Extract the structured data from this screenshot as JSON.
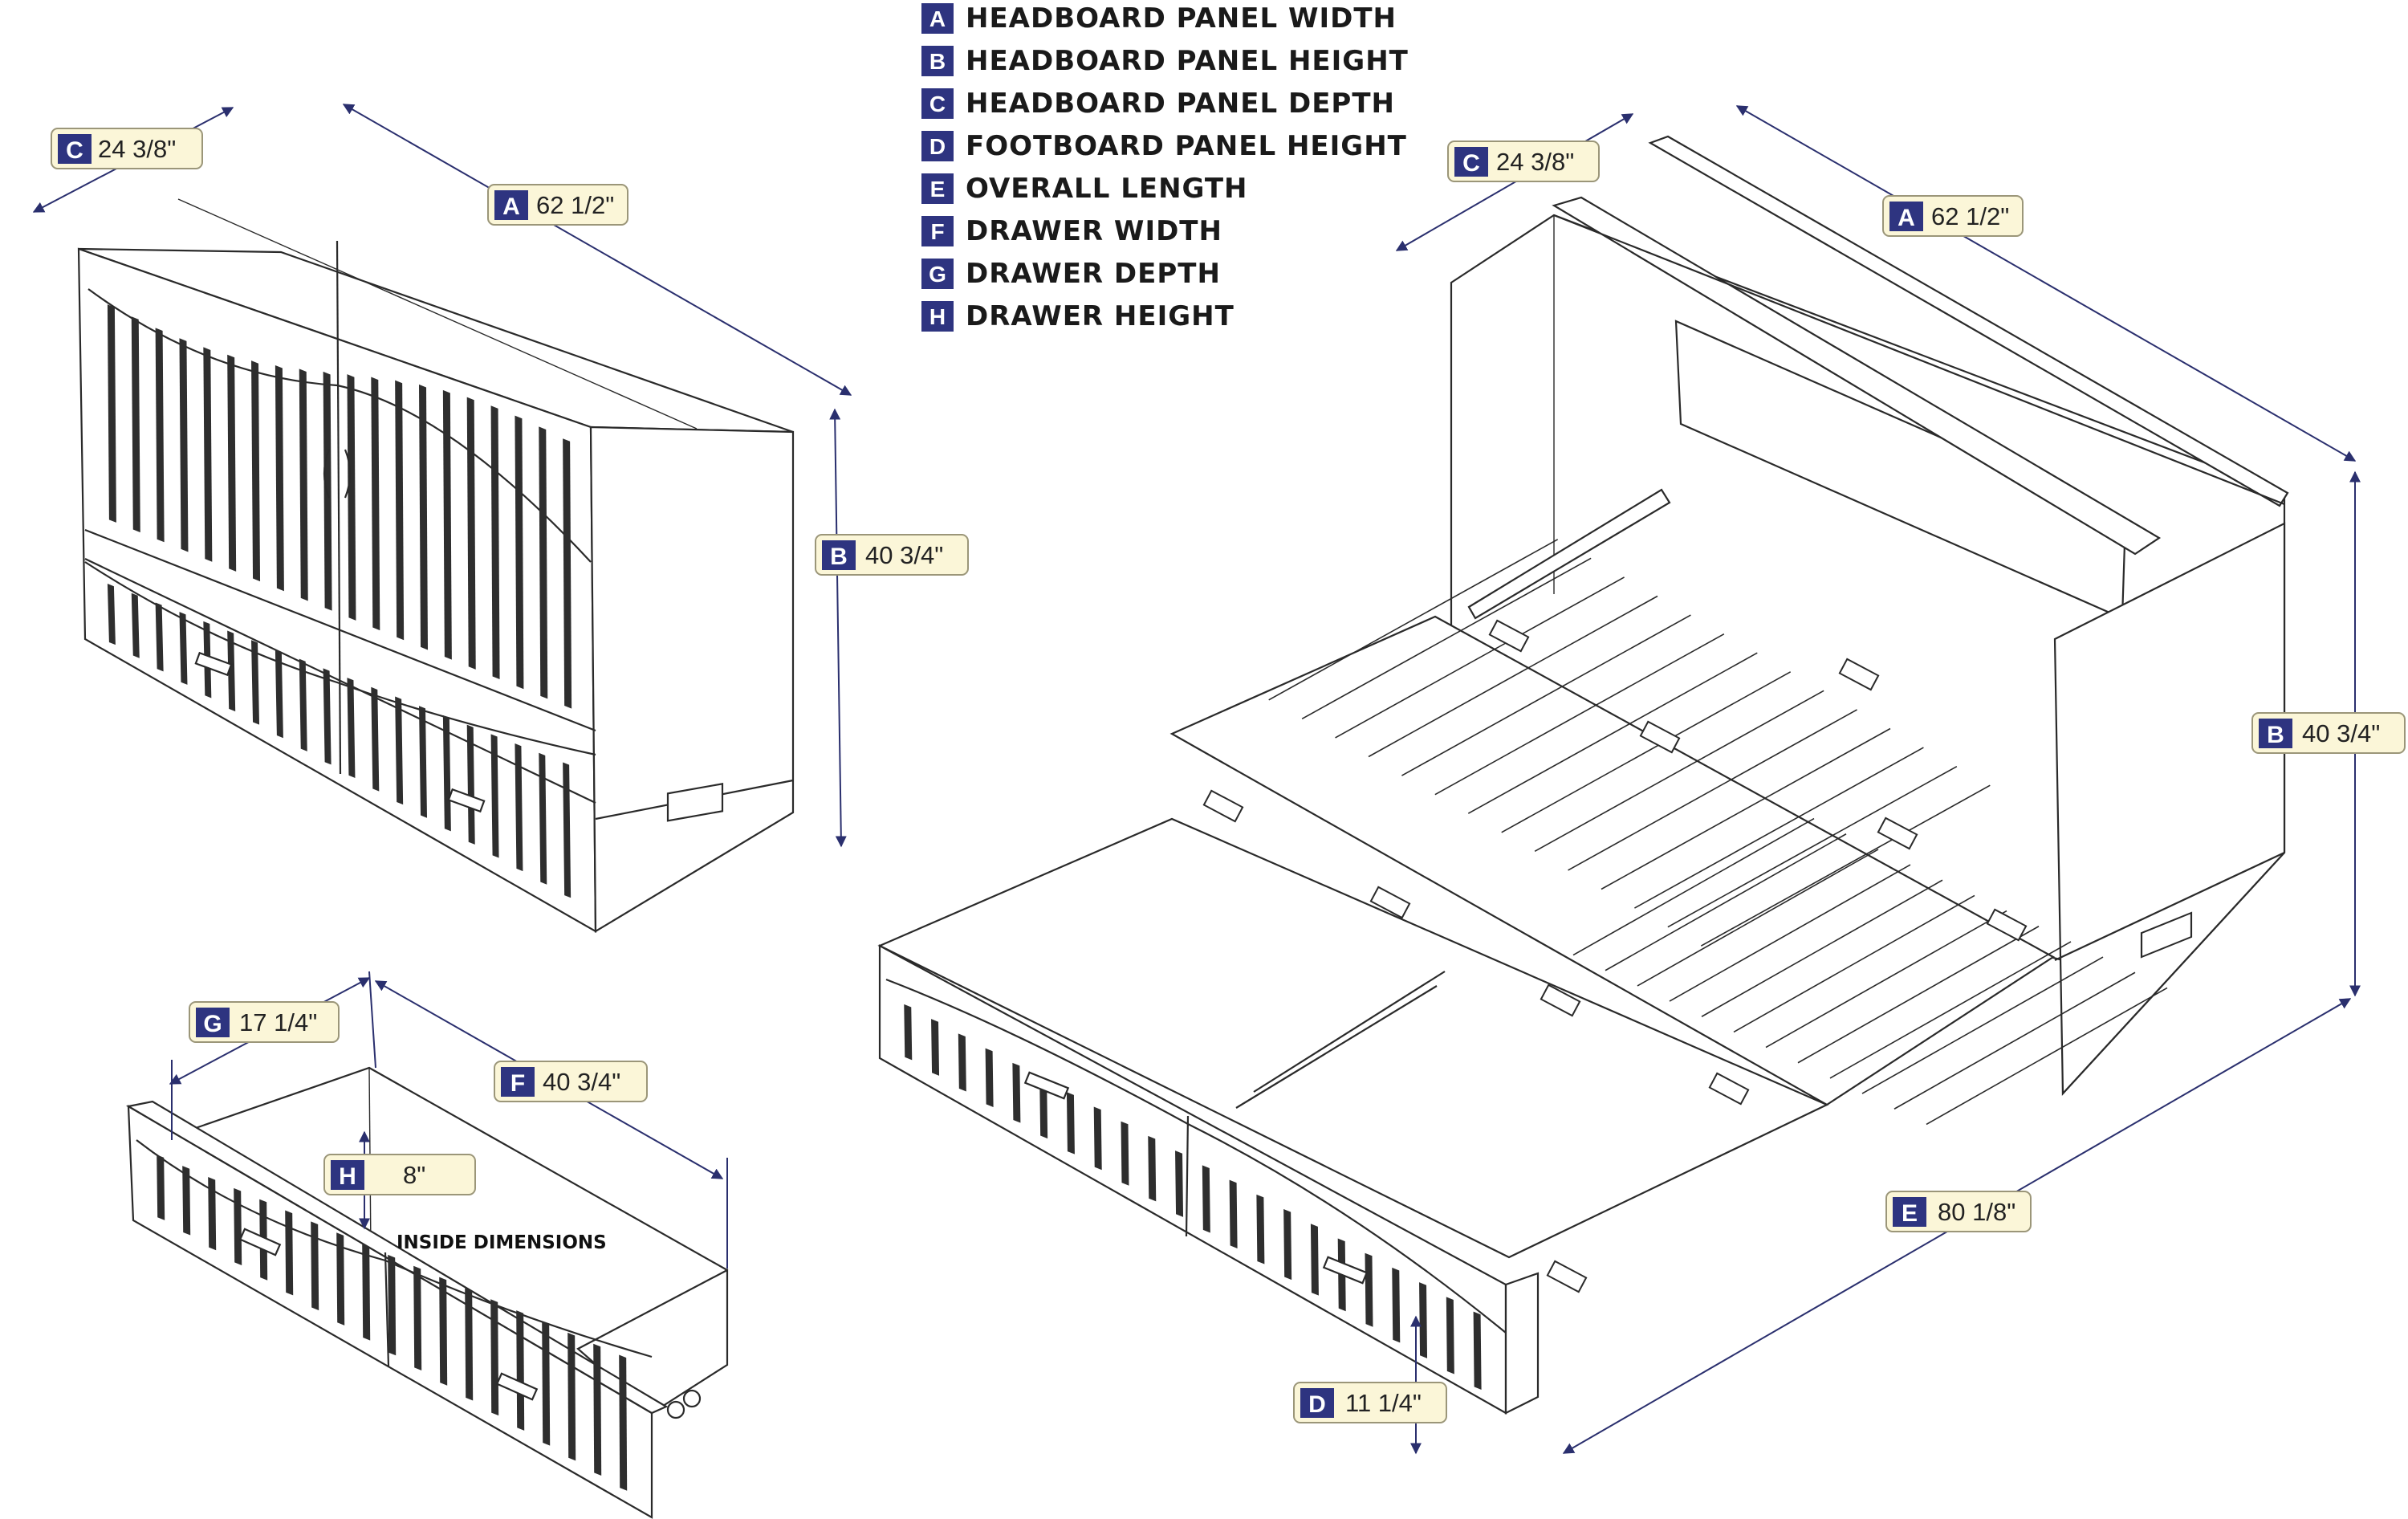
{
  "legend": [
    {
      "letter": "A",
      "text": "HEADBOARD PANEL WIDTH"
    },
    {
      "letter": "B",
      "text": "HEADBOARD PANEL HEIGHT"
    },
    {
      "letter": "C",
      "text": "HEADBOARD PANEL DEPTH"
    },
    {
      "letter": "D",
      "text": "FOOTBOARD PANEL HEIGHT"
    },
    {
      "letter": "E",
      "text": "OVERALL LENGTH"
    },
    {
      "letter": "F",
      "text": "DRAWER WIDTH"
    },
    {
      "letter": "G",
      "text": "DRAWER DEPTH"
    },
    {
      "letter": "H",
      "text": "DRAWER HEIGHT"
    }
  ],
  "cabinet": {
    "depth": {
      "letter": "C",
      "value": "24 3/8\""
    },
    "width": {
      "letter": "A",
      "value": "62 1/2\""
    },
    "height": {
      "letter": "B",
      "value": "40 3/4\""
    }
  },
  "bed": {
    "depth": {
      "letter": "C",
      "value": "24 3/8\""
    },
    "width": {
      "letter": "A",
      "value": "62 1/2\""
    },
    "height": {
      "letter": "B",
      "value": "40 3/4\""
    },
    "length": {
      "letter": "E",
      "value": "80 1/8\""
    },
    "footboard": {
      "letter": "D",
      "value": "11 1/4\""
    }
  },
  "drawer": {
    "depth": {
      "letter": "G",
      "value": "17 1/4\""
    },
    "width": {
      "letter": "F",
      "value": "40 3/4\""
    },
    "height": {
      "letter": "H",
      "value": "8\""
    },
    "note": "INSIDE DIMENSIONS"
  },
  "colors": {
    "badge_fill": "#2e3480",
    "tag_fill": "#fbf6d8",
    "tag_border": "#9b9679",
    "dimension_line": "#2a2f6e",
    "outline": "#2a2a2a"
  }
}
